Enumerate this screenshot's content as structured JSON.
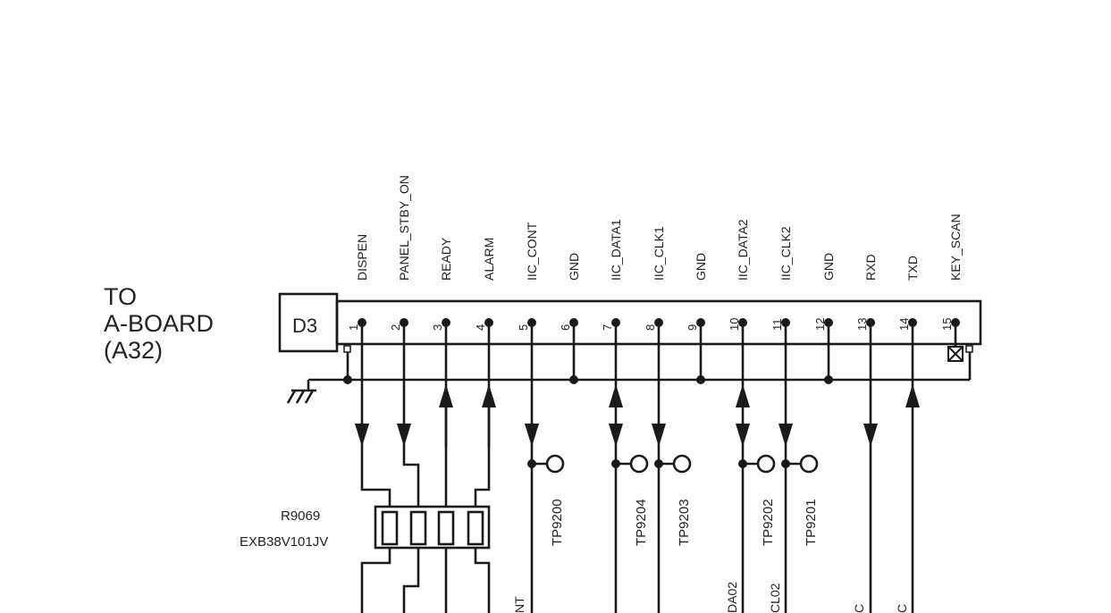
{
  "destination": {
    "line1": "TO",
    "line2": "A-BOARD",
    "line3": "(A32)"
  },
  "connector": {
    "ref": "D3",
    "pins": [
      {
        "num": "1",
        "signal": "DISPEN",
        "dir": "down"
      },
      {
        "num": "2",
        "signal": "PANEL_STBY_ON",
        "dir": "down"
      },
      {
        "num": "3",
        "signal": "READY",
        "dir": "up"
      },
      {
        "num": "4",
        "signal": "ALARM",
        "dir": "up"
      },
      {
        "num": "5",
        "signal": "IIC_CONT",
        "dir": "down",
        "tp": "TP9200"
      },
      {
        "num": "6",
        "signal": "GND",
        "dir": "gnd"
      },
      {
        "num": "7",
        "signal": "IIC_DATA1",
        "dir": "bi",
        "tp": "TP9204"
      },
      {
        "num": "8",
        "signal": "IIC_CLK1",
        "dir": "down",
        "tp": "TP9203"
      },
      {
        "num": "9",
        "signal": "GND",
        "dir": "gnd"
      },
      {
        "num": "10",
        "signal": "IIC_DATA2",
        "dir": "bi",
        "tp": "TP9202"
      },
      {
        "num": "11",
        "signal": "IIC_CLK2",
        "dir": "down",
        "tp": "TP9201"
      },
      {
        "num": "12",
        "signal": "GND",
        "dir": "gnd"
      },
      {
        "num": "13",
        "signal": "RXD",
        "dir": "down"
      },
      {
        "num": "14",
        "signal": "TXD",
        "dir": "up"
      },
      {
        "num": "15",
        "signal": "KEY_SCAN",
        "dir": "nc"
      }
    ]
  },
  "resistor_network": {
    "ref": "R9069",
    "part": "EXB38V101JV"
  },
  "cut_off_labels": [
    "NT",
    "DA02",
    "CL02",
    "C",
    "C"
  ]
}
